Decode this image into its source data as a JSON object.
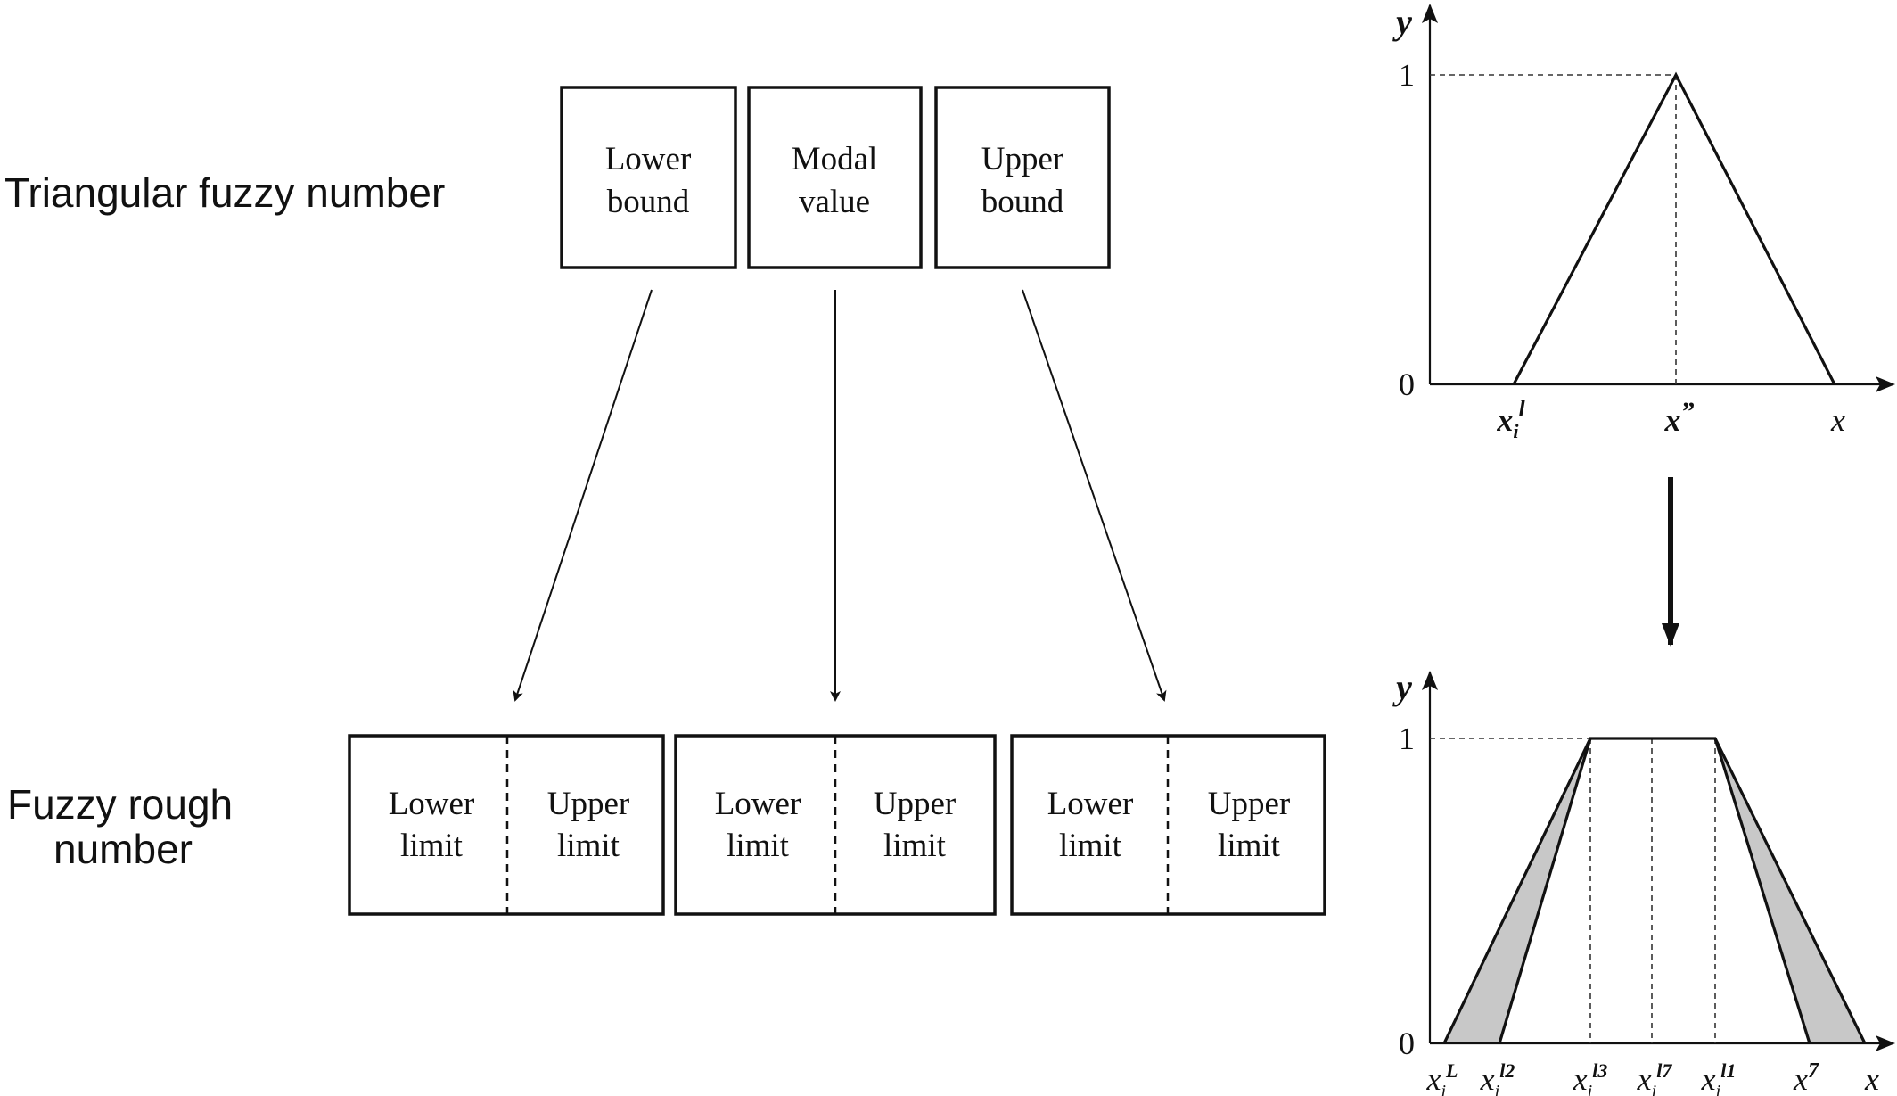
{
  "labels": {
    "triangular": "Triangular  fuzzy number",
    "fuzzy_rough_line1": "Fuzzy rough",
    "fuzzy_rough_line2": "number"
  },
  "top_boxes": [
    {
      "line1": "Lower",
      "line2": "bound"
    },
    {
      "line1": "Modal",
      "line2": "value"
    },
    {
      "line1": "Upper",
      "line2": "bound"
    }
  ],
  "bottom_boxes": [
    {
      "left_line1": "Lower",
      "left_line2": "limit",
      "right_line1": "Upper",
      "right_line2": "limit"
    },
    {
      "left_line1": "Lower",
      "left_line2": "limit",
      "right_line1": "Upper",
      "right_line2": "limit"
    },
    {
      "left_line1": "Lower",
      "left_line2": "limit",
      "right_line1": "Upper",
      "right_line2": "limit"
    }
  ],
  "top_chart": {
    "y_axis_label": "y",
    "y_ticks": [
      "1",
      "0"
    ],
    "x_ticks": [
      {
        "base": "x",
        "sub": "i",
        "sup": "l"
      },
      {
        "base": "x",
        "sub": "",
        "sup": "”"
      },
      {
        "base": "x",
        "sub": "",
        "sup": ""
      }
    ]
  },
  "bottom_chart": {
    "y_axis_label": "y",
    "y_ticks": [
      "1",
      "0"
    ],
    "x_ticks": [
      {
        "base": "x",
        "sub": "i",
        "sup": "L"
      },
      {
        "base": "x",
        "sub": "i",
        "sup": "l2"
      },
      {
        "base": "x",
        "sub": "i",
        "sup": "l3"
      },
      {
        "base": "x",
        "sub": "i",
        "sup": "l7"
      },
      {
        "base": "x",
        "sub": "i",
        "sup": "l1"
      },
      {
        "base": "x",
        "sub": "",
        "sup": "7"
      },
      {
        "base": "x",
        "sub": "",
        "sup": ""
      }
    ]
  },
  "colors": {
    "ink": "#111111",
    "shade": "#c8c8c8",
    "background": "#ffffff"
  }
}
